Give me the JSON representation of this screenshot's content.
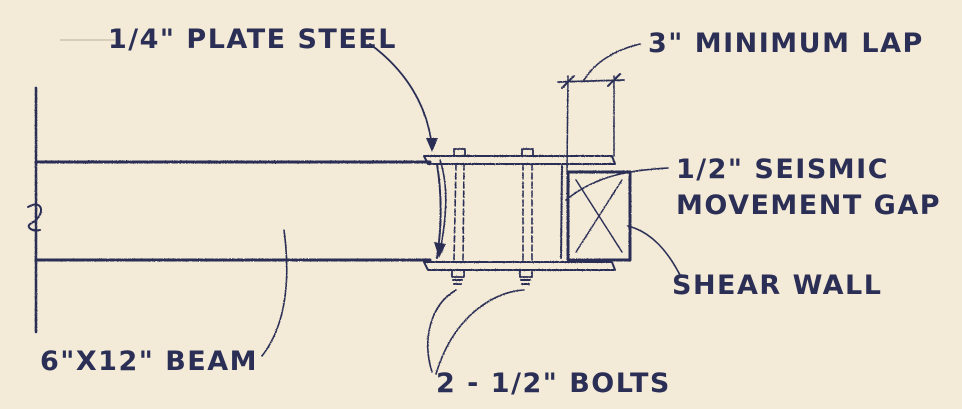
{
  "labels": {
    "plate_steel": "1/4\" PLATE STEEL",
    "minimum_lap": "3\" MINIMUM LAP",
    "seismic_gap_line1": "1/2\" SEISMIC",
    "seismic_gap_line2": "MOVEMENT GAP",
    "shear_wall": "SHEAR WALL",
    "beam": "6\"X12\" BEAM",
    "bolts": "2 - 1/2\" BOLTS"
  },
  "colors": {
    "paper": "#f3ead8",
    "ink": "#2b2f55"
  }
}
